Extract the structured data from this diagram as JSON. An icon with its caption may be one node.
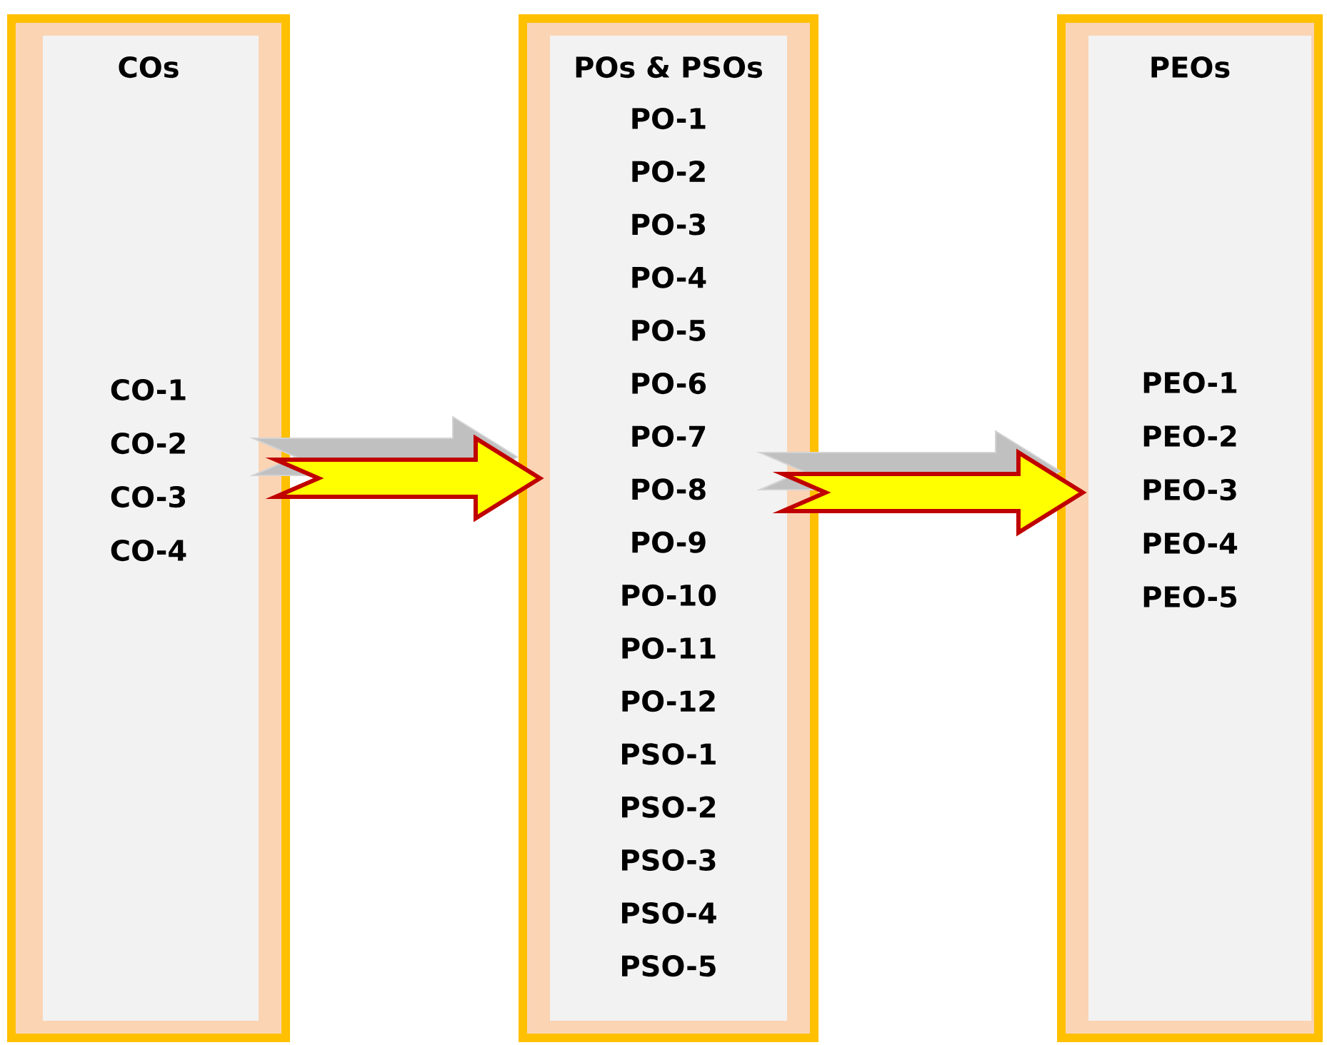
{
  "diagram": {
    "nodes": [
      {
        "text": [
          "COs",
          "CO-1",
          "CO-2",
          "CO-3",
          "CO-4"
        ]
      },
      {
        "text": [
          "POs & PSOs",
          "PO-1",
          "PO-2",
          "PO-3",
          "PO-4",
          "PO-5",
          "PO-6",
          "PO-7",
          "PO-8",
          "PO-9",
          "PO-10",
          "PO-11",
          "PO-12",
          "PSO-1",
          "PSO-2",
          "PSO-3",
          "PSO-4",
          "PSO-5"
        ]
      },
      {
        "text": [
          "PEOs",
          "PEO-1",
          "PEO-2",
          "PEO-3",
          "PEO-4",
          "PEO-5"
        ]
      }
    ],
    "edges": [
      {
        "from": 0,
        "to": 1,
        "arrow": "to",
        "style": "thick"
      },
      {
        "from": 1,
        "to": 2,
        "arrow": "to",
        "style": "thick"
      }
    ]
  }
}
